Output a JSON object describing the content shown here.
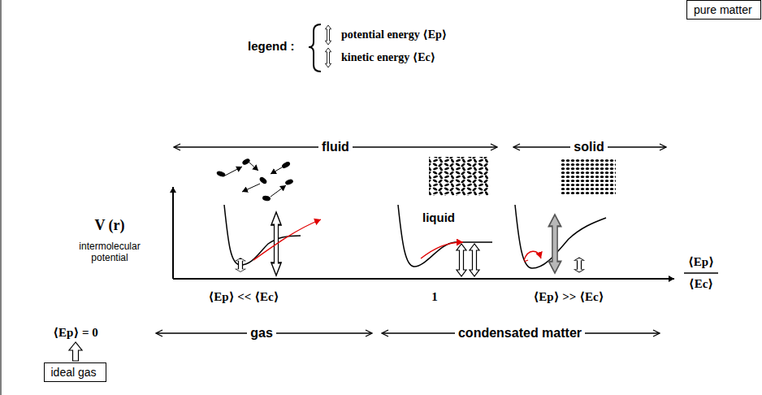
{
  "diagram": {
    "nodes": [
      {
        "text": [
          "pure matter"
        ]
      },
      {
        "text": [
          "ideal gas"
        ]
      }
    ],
    "labels": [
      "legend :",
      "fluid",
      "solid",
      "liquid",
      "V (r)",
      "intermolecular potential",
      "⟨Ep⟩ << ⟨Ec⟩",
      "1",
      "⟨Ep⟩ >> ⟨Ec⟩",
      "⟨Ep⟩",
      "⟨Ec⟩",
      "⟨Ep⟩ = 0",
      "gas",
      "condensated matter"
    ],
    "legend": [
      {
        "text": "potential energy ⟨Ep⟩"
      },
      {
        "text": "kinetic energy ⟨Ec⟩"
      }
    ]
  }
}
